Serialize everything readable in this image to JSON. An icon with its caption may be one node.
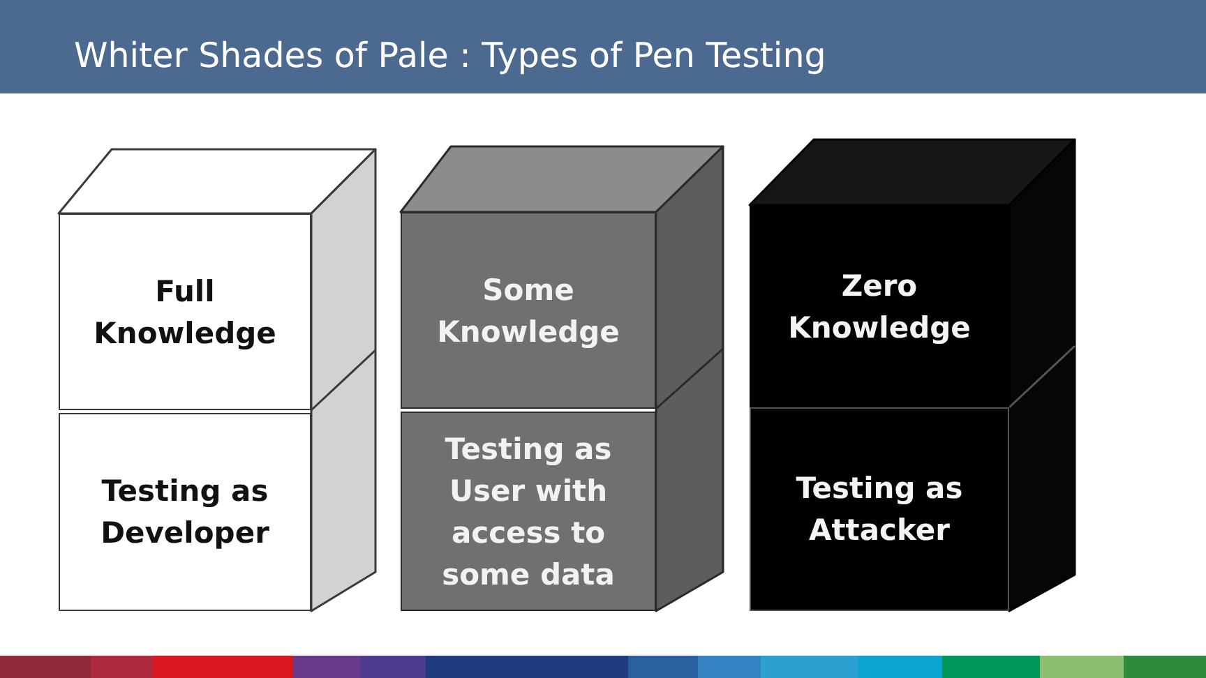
{
  "diagram": {
    "title": "Whiter Shades of Pale : Types of Pen Testing",
    "nodes": [
      {
        "text": [
          "Full Knowledge"
        ]
      },
      {
        "text": [
          "Testing as Developer"
        ]
      },
      {
        "text": [
          "Some Knowledge"
        ]
      },
      {
        "text": [
          "Testing as User with access to some data"
        ]
      },
      {
        "text": [
          "Zero Knowledge"
        ]
      },
      {
        "text": [
          "Testing as Attacker"
        ]
      }
    ]
  }
}
